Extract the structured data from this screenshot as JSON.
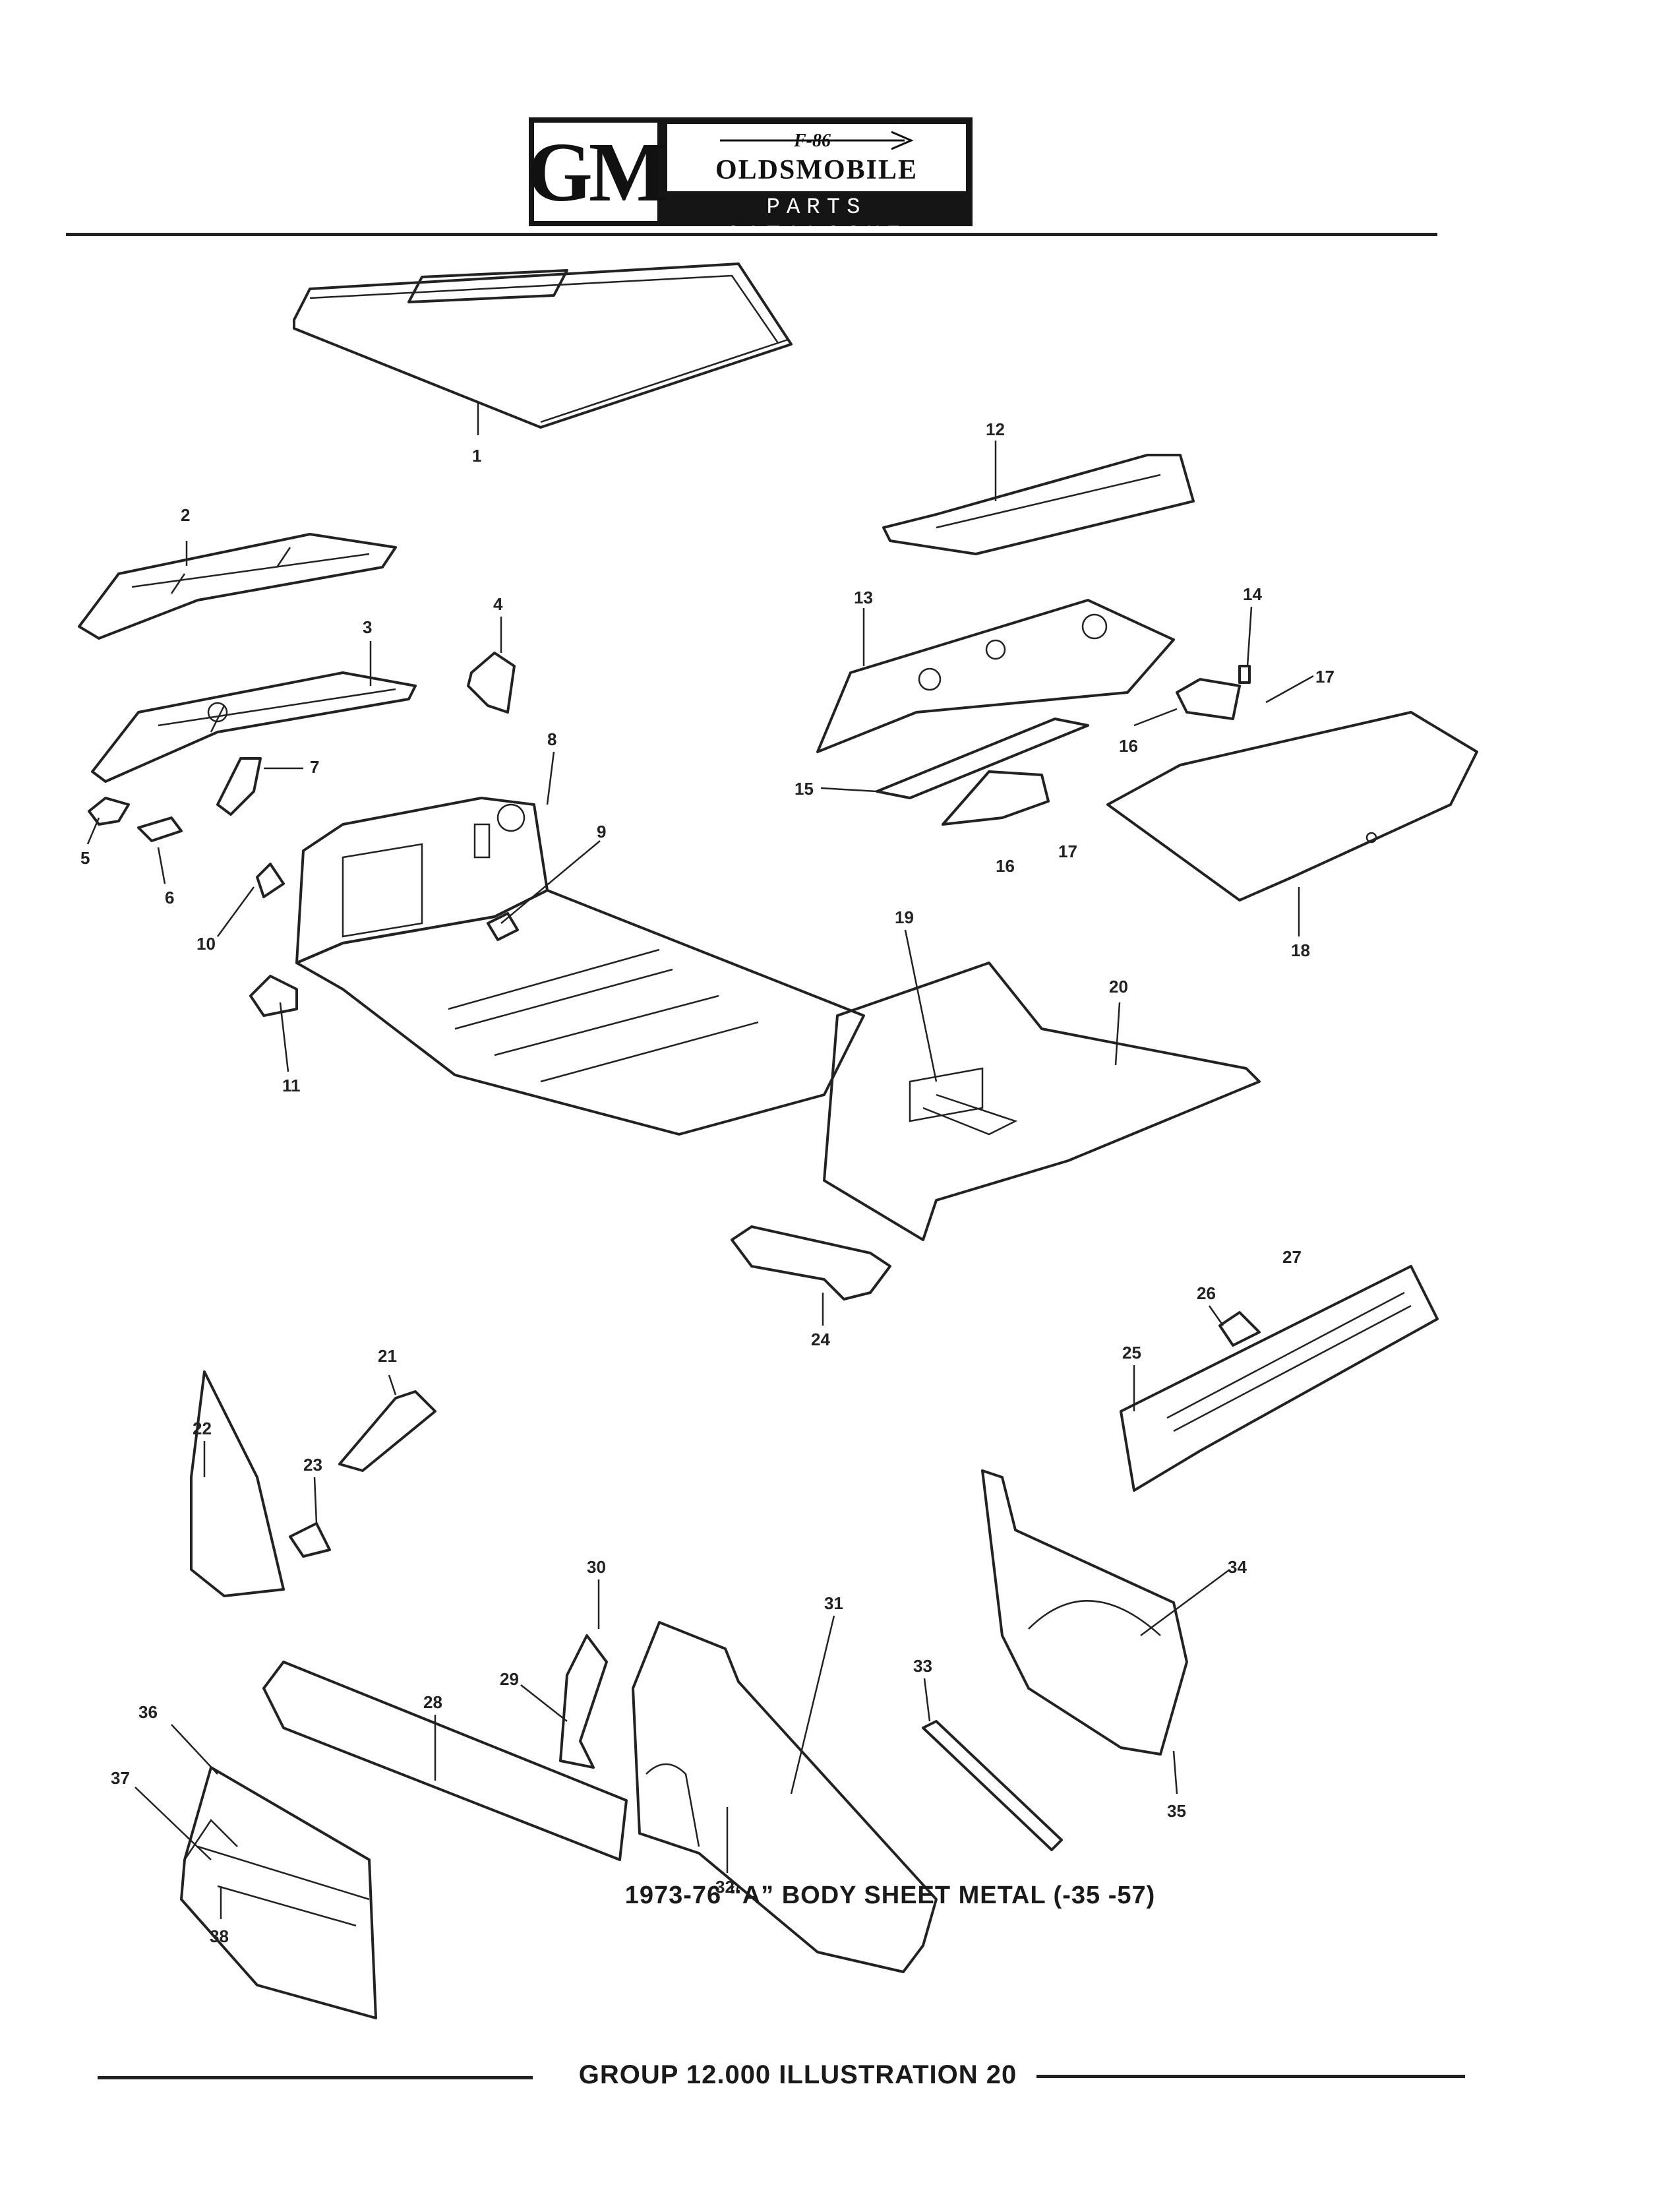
{
  "header": {
    "logo_letters": "GM",
    "emblem_text": "F-86",
    "brand": "OLDSMOBILE",
    "subtitle": "PARTS CATALOGUE"
  },
  "callouts": [
    "1",
    "2",
    "3",
    "4",
    "5",
    "6",
    "7",
    "8",
    "9",
    "10",
    "11",
    "12",
    "13",
    "14",
    "15",
    "16",
    "16",
    "17",
    "17",
    "18",
    "19",
    "20",
    "21",
    "22",
    "23",
    "24",
    "25",
    "26",
    "27",
    "28",
    "29",
    "30",
    "31",
    "32",
    "33",
    "34",
    "35",
    "36",
    "37",
    "38"
  ],
  "caption": "1973-76 “A” BODY SHEET METAL (-35 -57)",
  "footer": "GROUP 12.000 ILLUSTRATION 20"
}
